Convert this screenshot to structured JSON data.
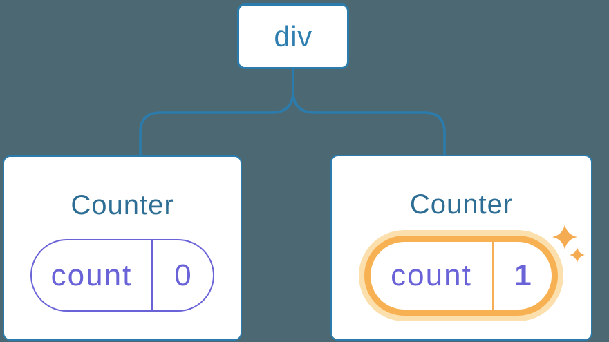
{
  "diagram": {
    "description": "React component tree with state",
    "root": {
      "label": "div"
    },
    "children": [
      {
        "title": "Counter",
        "state": {
          "name": "count",
          "value": "0"
        },
        "highlighted": false
      },
      {
        "title": "Counter",
        "state": {
          "name": "count",
          "value": "1"
        },
        "highlighted": true
      }
    ]
  },
  "colors": {
    "background": "#4C6973",
    "node_border_blue": "#2B7CAD",
    "root_label_blue": "#2E7EAF",
    "title_blue": "#2E6E94",
    "state_purple": "#6A63D8",
    "highlight_orange": "#F7B152",
    "highlight_glow": "#FBDFAD",
    "divider_orange": "#F6AE55",
    "sparkle_orange": "#F5AB51",
    "card_background": "#FFFFFF"
  }
}
